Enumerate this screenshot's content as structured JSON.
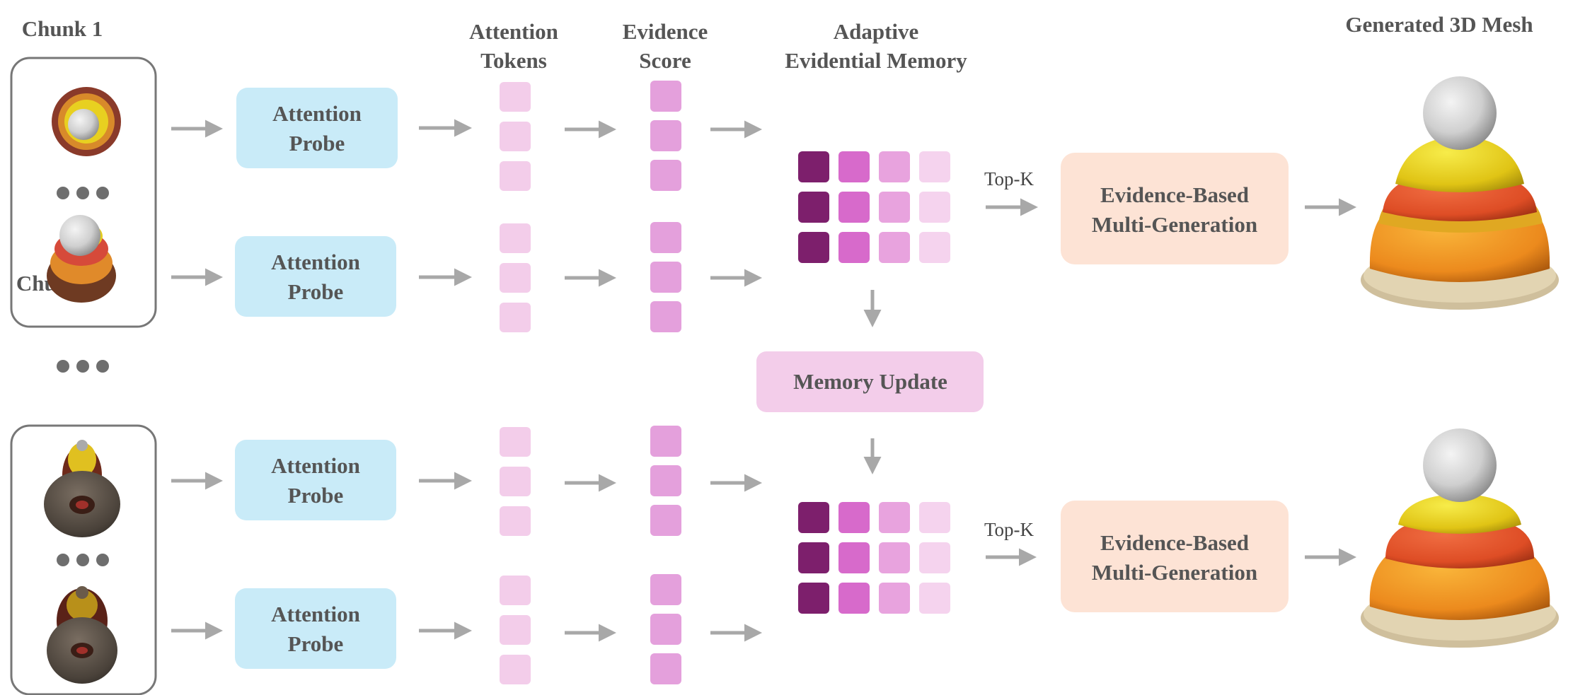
{
  "headers": {
    "chunk_1": "Chunk 1",
    "chunk_n": "Chunk n",
    "attention_tokens_line1": "Attention",
    "attention_tokens_line2": "Tokens",
    "evidence_score_line1": "Evidence",
    "evidence_score_line2": "Score",
    "memory_line1": "Adaptive",
    "memory_line2": "Evidential Memory",
    "generated": "Generated 3D Mesh"
  },
  "probe": {
    "line1": "Attention",
    "line2": "Probe"
  },
  "generation": {
    "line1": "Evidence-Based",
    "line2": "Multi-Generation"
  },
  "top_k": "Top-K",
  "memory_update": "Memory Update",
  "colors": {
    "probe_fill": "#c9ebf8",
    "gen_fill": "#fde3d5",
    "mem_update_fill": "#f3cdea",
    "token_fill": "#f3cdea",
    "score_fill": "#e4a0dc",
    "memory_col1": "#7d1f6c",
    "memory_col2": "#d76acb",
    "memory_col3": "#e8a3de",
    "memory_col4": "#f5d3ee",
    "arrow": "#a8a8a8",
    "text": "#555555"
  },
  "icons": {
    "ellipsis": "dot-ellipsis-icon",
    "arrow": "right-arrow-icon"
  }
}
